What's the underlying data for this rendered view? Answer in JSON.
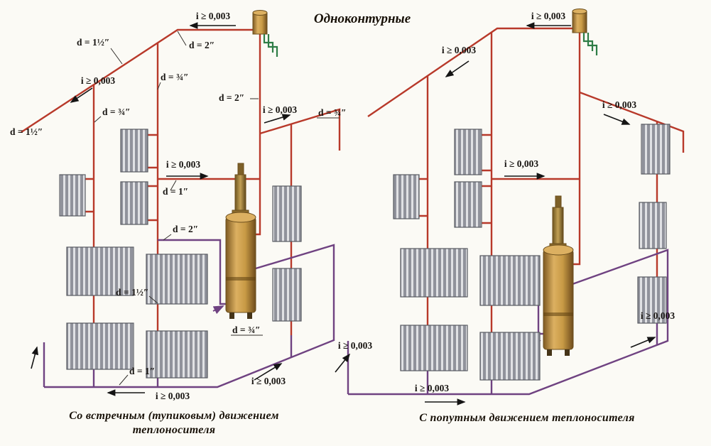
{
  "title": "Одноконтурные",
  "captions": {
    "left_line1": "Со встречным (тупиковым) движением",
    "left_line2": "теплоносителя",
    "right": "С попутным движением теплоносителя"
  },
  "labels": {
    "slope": "i ≥ 0,003",
    "d_2": "d = 2″",
    "d_1": "d = 1″",
    "d_1_half": "d = 1½″",
    "d_3_quarter": "d = ¾″"
  },
  "colors": {
    "supply_pipe": "#b8392a",
    "return_pipe": "#6f4281",
    "arrow": "#141414",
    "radiator_rib": "#90929b",
    "boiler_body": "#c89a45",
    "tank_pipe_green": "#2e7d46",
    "background": "#fbfaf5"
  }
}
